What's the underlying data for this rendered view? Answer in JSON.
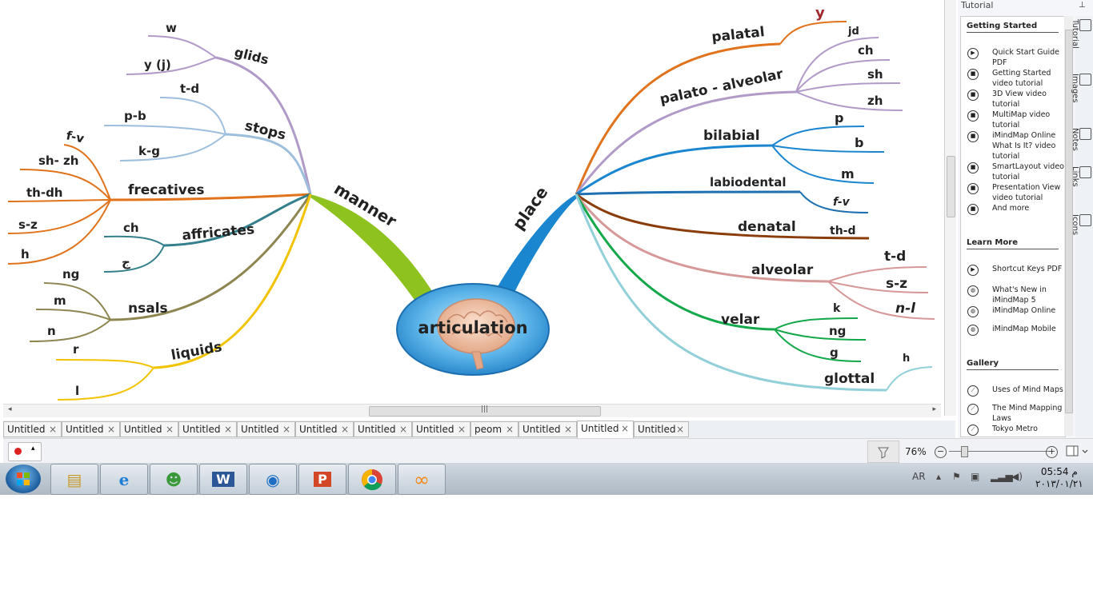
{
  "mindmap": {
    "central": "articulation",
    "manner": {
      "label": "manner",
      "glids": {
        "label": "glids",
        "items": [
          "w",
          "y (j)"
        ]
      },
      "stops": {
        "label": "stops",
        "items": [
          "t-d",
          "p-b",
          "k-g"
        ]
      },
      "frecatives": {
        "label": "frecatives",
        "items": [
          "f-v",
          "sh- zh",
          "th-dh",
          "s-z",
          "h"
        ]
      },
      "affricates": {
        "label": "affricates",
        "items": [
          "ch",
          "ج"
        ]
      },
      "nsals": {
        "label": "nsals",
        "items": [
          "ng",
          "m",
          "n"
        ]
      },
      "liquids": {
        "label": "liquids",
        "items": [
          "r",
          "l"
        ]
      }
    },
    "place": {
      "label": "place",
      "palatal": {
        "label": "palatal",
        "items": [
          "y"
        ]
      },
      "palato_alveolar": {
        "label": "palato - alveolar",
        "items": [
          "jd",
          "ch",
          "sh",
          "zh"
        ]
      },
      "bilabial": {
        "label": "bilabial",
        "items": [
          "p",
          "b",
          "m"
        ]
      },
      "labiodental": {
        "label": "labiodental",
        "items": [
          "f-v"
        ]
      },
      "denatal": {
        "label": "denatal",
        "items": [
          "th-d"
        ]
      },
      "alveolar": {
        "label": "alveolar",
        "items": [
          "t-d",
          "s-z",
          "n-l"
        ]
      },
      "velar": {
        "label": "velar",
        "items": [
          "k",
          "ng",
          "g"
        ]
      },
      "glottal": {
        "label": "glottal",
        "items": [
          "h"
        ]
      }
    },
    "colors": {
      "manner": "#8dc21f",
      "place": "#1a86cf",
      "glids": "#b19ac8",
      "stops": "#9dbfdd",
      "frecatives": "#e0731c",
      "affricates": "#347f8c",
      "nsals": "#8e8550",
      "liquids": "#f2c300",
      "palatal": "#e0731c",
      "palato_alveolar": "#b19ac8",
      "bilabial": "#1a86cf",
      "labiodental": "#1e70b0",
      "denatal": "#8a3d0a",
      "alveolar": "#d79898",
      "velar": "#13a84a",
      "glottal": "#91cfd9"
    }
  },
  "document_tabs": [
    "Untitled",
    "Untitled",
    "Untitled",
    "Untitled",
    "Untitled",
    "Untitled",
    "Untitled",
    "Untitled",
    "peom",
    "Untitled",
    "Untitled",
    "Untitled"
  ],
  "active_tab_index": 10,
  "status_bar": {
    "zoom": "76%",
    "zoom_out": "−",
    "zoom_in": "+"
  },
  "taskbar": {
    "apps": [
      "explorer-icon",
      "internet-explorer-icon",
      "messenger-icon",
      "word-icon",
      "media-icon",
      "powerpoint-icon",
      "chrome-icon",
      "imindmap-icon"
    ],
    "language": "AR",
    "time": "05:54 م",
    "date": "٢٠١٣/٠١/٢١"
  },
  "tutorial_panel": {
    "title": "Tutorial",
    "sections": [
      {
        "heading": "Getting Started",
        "items": [
          "Quick Start Guide PDF",
          "Getting Started video tutorial",
          "3D View video tutorial",
          "MultiMap video tutorial",
          "iMindMap Online What Is It? video tutorial",
          "SmartLayout video tutorial",
          "Presentation View video tutorial",
          "And more"
        ]
      },
      {
        "heading": "Learn More",
        "items": [
          "Shortcut Keys PDF",
          "What's New in iMindMap 5",
          "iMindMap Online",
          "iMindMap Mobile"
        ]
      },
      {
        "heading": "Gallery",
        "items": [
          "Uses of Mind Maps",
          "The Mind Mapping Laws",
          "Tokyo Metro"
        ]
      }
    ],
    "side_tabs": [
      "Tutorial",
      "Images",
      "Notes",
      "Links",
      "Icons"
    ]
  }
}
